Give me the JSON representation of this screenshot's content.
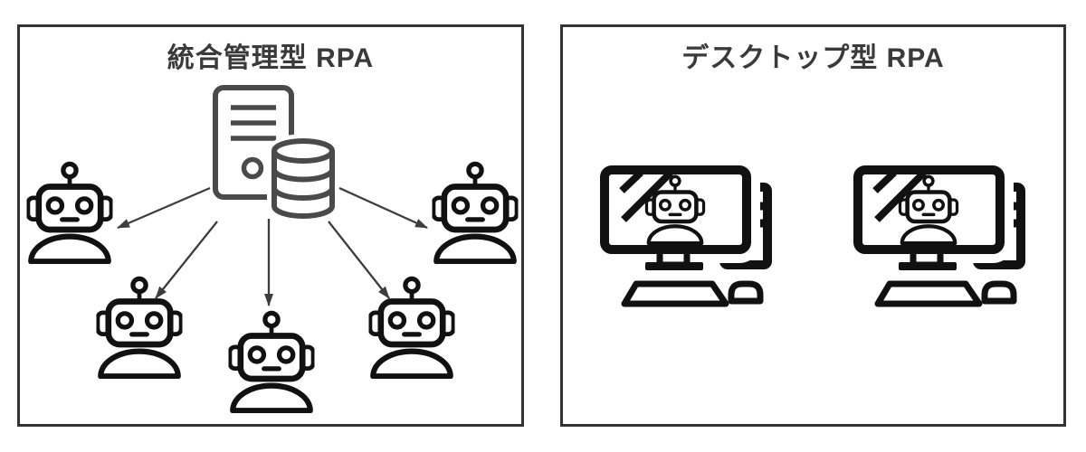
{
  "panels": {
    "managed": {
      "title": "統合管理型 RPA",
      "description_elements": {
        "server_icon": "server-icon",
        "database_icon": "database-icon",
        "robot_icon_count": 5,
        "arrow_count": 5
      }
    },
    "desktop": {
      "title": "デスクトップ型 RPA",
      "description_elements": {
        "desktop_computer_icon_count": 2,
        "robot_on_screen_count": 2
      }
    }
  },
  "colors": {
    "background": "#ffffff",
    "panel_border": "#333333",
    "title_text": "#3a3a3a",
    "robot_outline": "#111111",
    "server_database_outline": "#4a4a4a",
    "arrow": "#3d3d3d"
  }
}
